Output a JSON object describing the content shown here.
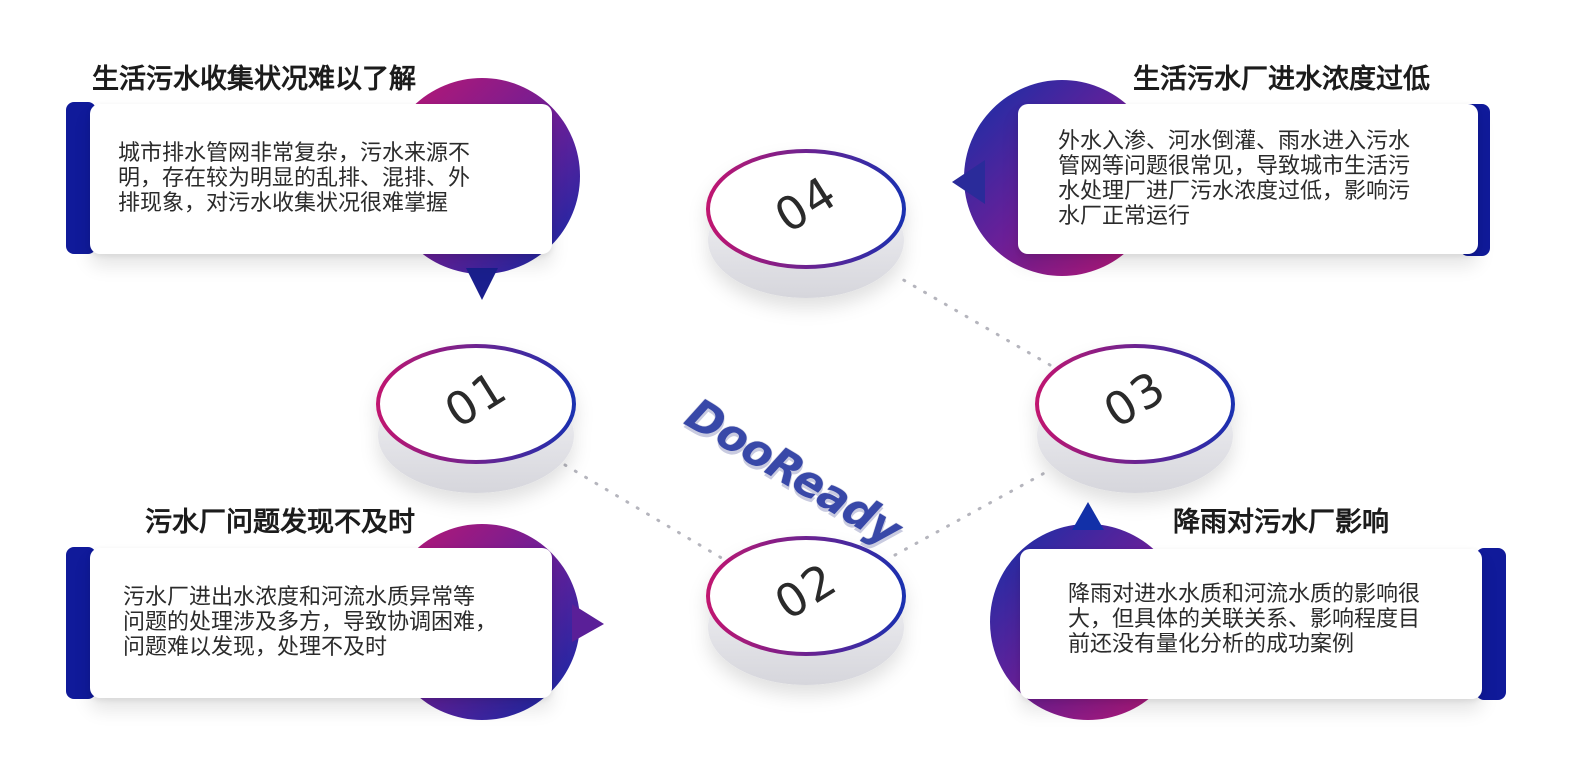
{
  "logo": "DooReady",
  "sections": [
    {
      "number": "01",
      "title": "生活污水收集状况难以了解",
      "text": "城市排水管网非常复杂，污水来源不\n明，存在较为明显的乱排、混排、外\n排现象，对污水收集状况很难掌握"
    },
    {
      "number": "02",
      "title": "污水厂问题发现不及时",
      "text": "污水厂进出水浓度和河流水质异常等\n问题的处理涉及多方，导致协调困难，\n问题难以发现，处理不及时"
    },
    {
      "number": "03",
      "title": "降雨对污水厂影响",
      "text": "降雨对进水水质和河流水质的影响很\n大，但具体的关联关系、影响程度目\n前还没有量化分析的成功案例"
    },
    {
      "number": "04",
      "title": "生活污水厂进水浓度过低",
      "text": "外水入渗、河水倒灌、雨水进入污水\n管网等问题很常见，导致城市生活污\n水处理厂进厂污水浓度过低，影响污\n水厂正常运行"
    }
  ],
  "colors": {
    "navy": "#101a9a",
    "magenta": "#b0176e",
    "purple": "#6a1f98",
    "dots": "#b5b5bd"
  }
}
